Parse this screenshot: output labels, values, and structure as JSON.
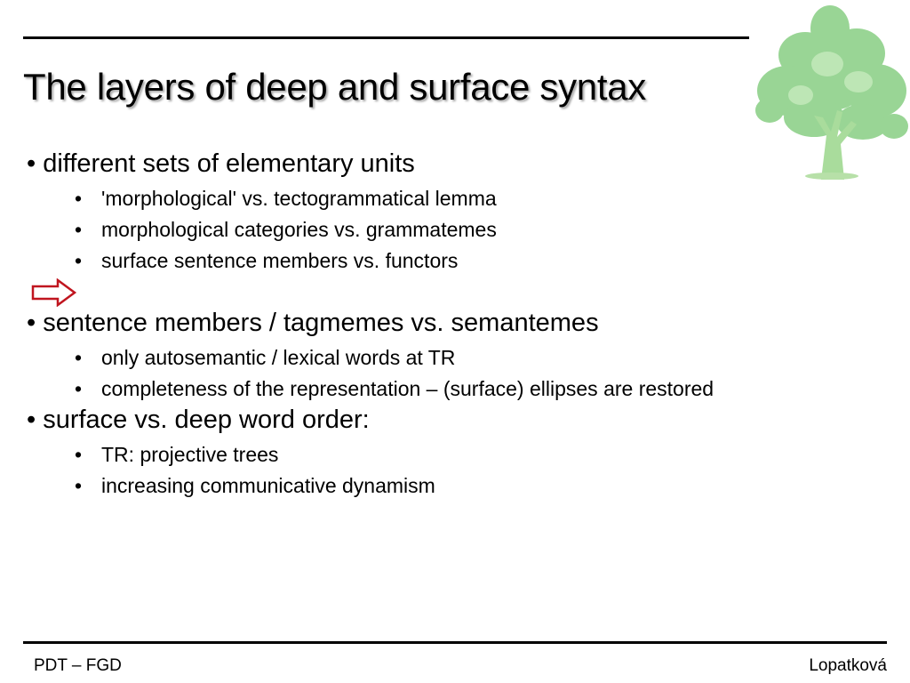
{
  "slide": {
    "title": "The layers of deep and surface syntax",
    "sections": [
      {
        "heading": "• different sets of elementary units",
        "items": [
          "'morphological' vs. tectogrammatical lemma",
          "morphological categories vs. grammatemes",
          "surface sentence members vs. functors"
        ]
      },
      {
        "heading": "• sentence members / tagmemes  vs. semantemes",
        "items": [
          "only autosemantic / lexical words at TR",
          "completeness of the representation – (surface) ellipses are restored"
        ]
      },
      {
        "heading": "• surface vs. deep word order:",
        "items": [
          "TR: projective trees",
          "increasing communicative dynamism"
        ]
      }
    ],
    "bullet_char": "•",
    "arrow_icon": "right-outline-arrow-icon",
    "decoration_icon": "tree-icon",
    "colors": {
      "arrow": "#c0151f",
      "tree_leaves": "#8fd18a",
      "tree_trunk": "#b7e0a8",
      "title_shadow": "#a8a8a8"
    }
  },
  "footer": {
    "left": "PDT – FGD",
    "right": "Lopatková"
  }
}
